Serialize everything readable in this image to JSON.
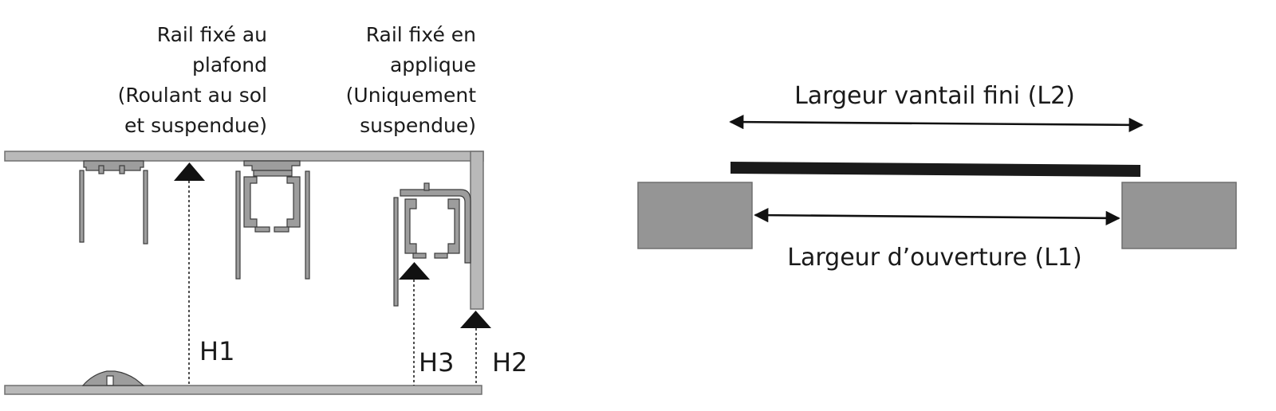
{
  "left_diagram": {
    "ceiling_rail_label": [
      "Rail fixé au",
      "plafond",
      "(Roulant au sol",
      "et suspendue)"
    ],
    "wall_rail_label": [
      "Rail fixé en",
      "applique",
      "(Uniquement",
      "suspendue)"
    ],
    "h1": "H1",
    "h2": "H2",
    "h3": "H3"
  },
  "right_diagram": {
    "panel_width_label": "Largeur vantail fini (L2)",
    "opening_width_label": "Largeur d’ouverture (L1)"
  },
  "colors": {
    "wall": "#959595",
    "ceiling": "#b9b9b9",
    "panel": "#1a1a1a"
  }
}
